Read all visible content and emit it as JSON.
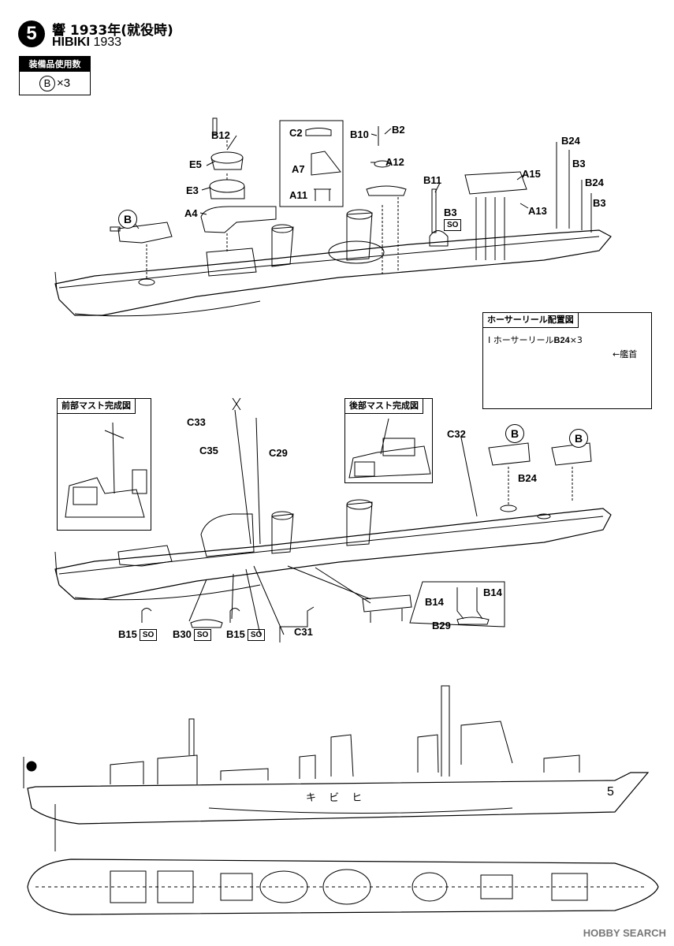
{
  "header": {
    "step_number": "5",
    "title_jp": "響 1933年(就役時)",
    "title_en_name": "HIBIKI",
    "title_en_year": "1933"
  },
  "parts_used": {
    "heading": "装備品使用数",
    "part_letter": "B",
    "quantity": "×3"
  },
  "callouts_top": {
    "b12": "B12",
    "e5": "E5",
    "e3": "E3",
    "a4": "A4",
    "b_circle": "B",
    "c2": "C2",
    "a7": "A7",
    "a11": "A11",
    "b10": "B10",
    "b2": "B2",
    "a12": "A12",
    "b11": "B11",
    "b3_so": "B3",
    "so": "SO",
    "a15": "A15",
    "a13": "A13",
    "b24a": "B24",
    "b3a": "B3",
    "b24b": "B24",
    "b3b": "B3"
  },
  "hose_reel_inset": {
    "heading": "ホーサーリール配置図",
    "legend_prefix": "ホーサーリール",
    "legend_part": "B24",
    "legend_qty": "×3",
    "bow_label": "艦首"
  },
  "fore_mast_inset": {
    "heading": "前部マスト完成図"
  },
  "aft_mast_inset": {
    "heading": "後部マスト完成図"
  },
  "callouts_middle": {
    "c33": "C33",
    "c35": "C35",
    "c29": "C29",
    "c32": "C32",
    "b_circle_1": "B",
    "b_circle_2": "B",
    "b24": "B24",
    "b14a": "B14",
    "b14b": "B14",
    "b29": "B29",
    "b15a": "B15",
    "b30": "B30",
    "b15b": "B15",
    "c31": "C31",
    "so": "SO"
  },
  "profile": {
    "hull_text": "キ ビ ヒ",
    "hull_number": "5"
  },
  "watermark": "HOBBY SEARCH"
}
